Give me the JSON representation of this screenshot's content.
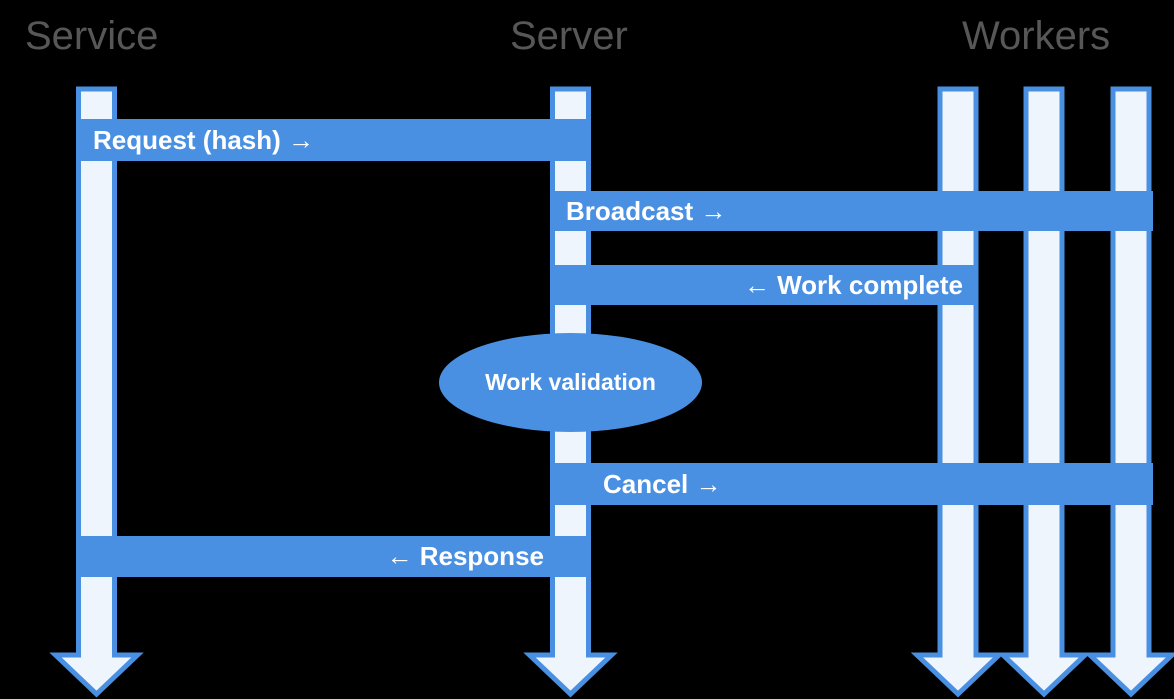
{
  "diagram": {
    "type": "sequence-diagram",
    "colors": {
      "background": "#000000",
      "accent": "#4a90e2",
      "lifeline_fill": "#eff5fd",
      "header_text": "#575757",
      "message_text": "#ffffff"
    },
    "actors": [
      {
        "id": "service",
        "label": "Service",
        "lifelines": 1
      },
      {
        "id": "server",
        "label": "Server",
        "lifelines": 1
      },
      {
        "id": "workers",
        "label": "Workers",
        "lifelines": 3
      }
    ],
    "messages": [
      {
        "id": "request",
        "label": "Request (hash) →",
        "from": "service",
        "to": "server",
        "direction": "right"
      },
      {
        "id": "broadcast",
        "label": "Broadcast →",
        "from": "server",
        "to": "workers",
        "direction": "right"
      },
      {
        "id": "work-complete",
        "label": "← Work complete",
        "from": "workers",
        "to": "server",
        "direction": "left"
      },
      {
        "id": "cancel",
        "label": "Cancel →",
        "from": "server",
        "to": "workers",
        "direction": "right"
      },
      {
        "id": "response",
        "label": "← Response",
        "from": "server",
        "to": "service",
        "direction": "left"
      }
    ],
    "validation": {
      "label": "Work validation"
    }
  }
}
